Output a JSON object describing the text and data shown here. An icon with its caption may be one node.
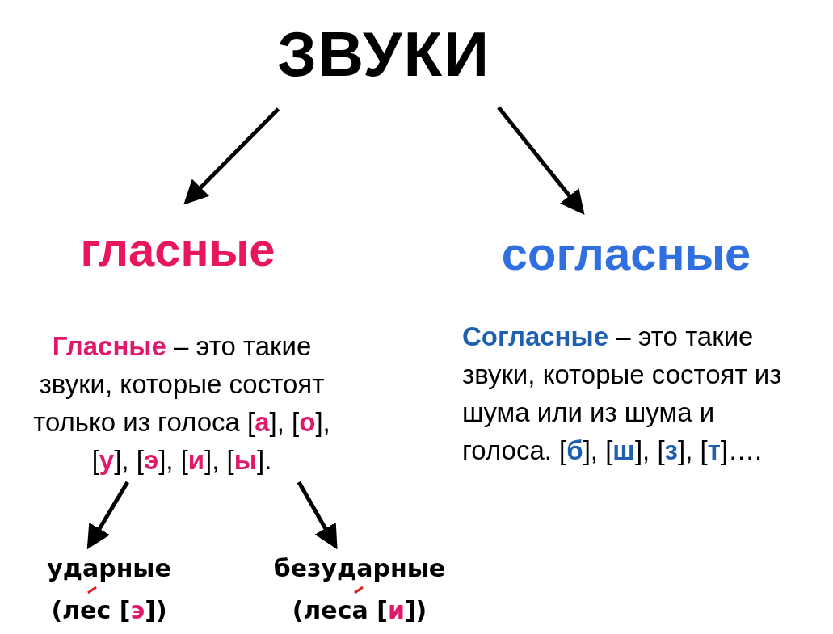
{
  "diagram": {
    "nodes": [
      {
        "text": [
          "ЗВУКИ"
        ]
      },
      {
        "text": [
          "гласные"
        ]
      },
      {
        "text": [
          "согласные"
        ]
      },
      {
        "text": [
          "**Гласные** – это такие звуки, которые состоят только из голоса [**а**], [**о**], [**у**], [**э**], [**и**], [**ы**]."
        ]
      },
      {
        "text": [
          "**Согласные** – это такие звуки, которые состоят из шума или из шума и голоса. [**б**], [**ш**], [**з**], [**т**]…."
        ]
      },
      {
        "text": [
          "ударные",
          "(лес [**э**])"
        ]
      },
      {
        "text": [
          "безударные",
          "(леса [**и**])"
        ]
      }
    ],
    "edges": [
      {
        "from": 0,
        "to": 1,
        "arrow": "to"
      },
      {
        "from": 0,
        "to": 2,
        "arrow": "to"
      },
      {
        "from": 3,
        "to": 5,
        "arrow": "to"
      },
      {
        "from": 3,
        "to": 6,
        "arrow": "to"
      }
    ]
  }
}
